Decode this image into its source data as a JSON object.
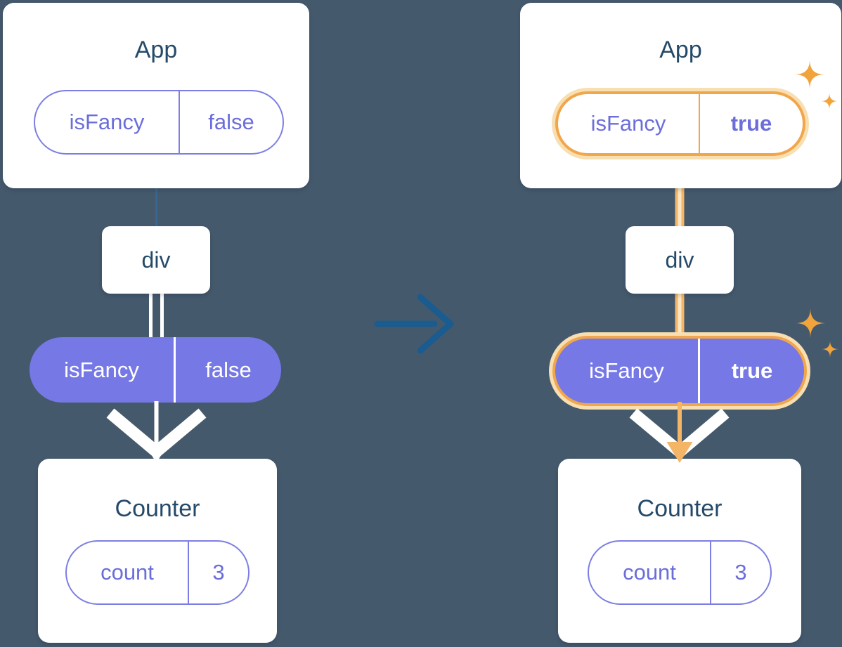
{
  "colors": {
    "background": "#45596D",
    "card": "#FFFFFF",
    "title-text": "#254A69",
    "indigo-text": "#6B6EDA",
    "indigo-border": "#7C7EE4",
    "purple-fill": "#7678E6",
    "white-text": "#FFFFFF",
    "highlight-orange": "#F2A64B",
    "highlight-glow": "#F8DFB2",
    "connector-orange": "#F4B566",
    "connector-orange-pale": "#FAE5C3",
    "connector-blue": "#3A6795",
    "arrow-blue": "#1A5C8F",
    "sparkle-orange": "#F2A43C"
  },
  "before": {
    "app": {
      "title": "App",
      "prop": {
        "key": "isFancy",
        "value": "false"
      }
    },
    "div": {
      "label": "div"
    },
    "prop_pill": {
      "key": "isFancy",
      "value": "false"
    },
    "counter": {
      "title": "Counter",
      "state": {
        "key": "count",
        "value": "3"
      }
    }
  },
  "after": {
    "app": {
      "title": "App",
      "prop": {
        "key": "isFancy",
        "value": "true"
      }
    },
    "div": {
      "label": "div"
    },
    "prop_pill": {
      "key": "isFancy",
      "value": "true"
    },
    "counter": {
      "title": "Counter",
      "state": {
        "key": "count",
        "value": "3"
      }
    }
  }
}
